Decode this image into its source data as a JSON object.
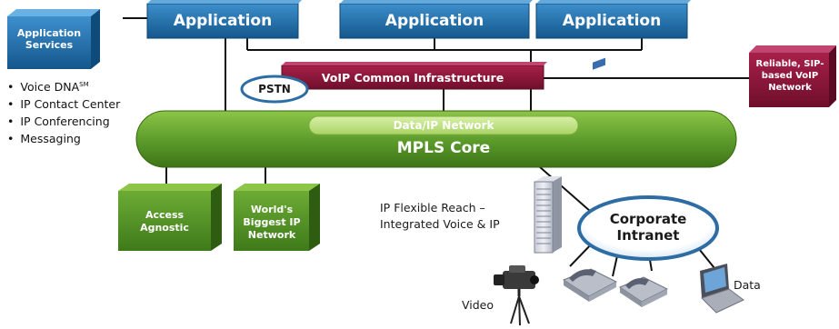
{
  "applications": [
    "Application",
    "Application",
    "Application"
  ],
  "application_services": "Application Services",
  "services_list": [
    "Voice DNA",
    "IP Contact Center",
    "IP Conferencing",
    "Messaging"
  ],
  "voice_dna_mark": "SM",
  "voip_infrastructure": "VoIP Common Infrastructure",
  "pstn": "PSTN",
  "reliable_box": "Reliable, SIP-based VoIP Network",
  "data_ip_network": "Data/IP Network",
  "mpls_core": "MPLS Core",
  "access_agnostic": "Access Agnostic",
  "worlds_biggest": "World's Biggest IP Network",
  "ip_flexible_reach": "IP Flexible Reach – Integrated Voice & IP",
  "corporate_intranet": "Corporate Intranet",
  "video_label": "Video",
  "data_label": "Data",
  "colors": {
    "application_blue": "#1f6fa8",
    "infrastructure_maroon": "#8c1538",
    "mpls_green": "#5a9a2a",
    "data_ip_green": "#b6dc78",
    "cube_green": "#4f8f25",
    "intranet_blue": "#2e6da4"
  },
  "icons": [
    "server-rack-icon",
    "video-camera-icon",
    "desk-phone-icon",
    "laptop-icon"
  ]
}
